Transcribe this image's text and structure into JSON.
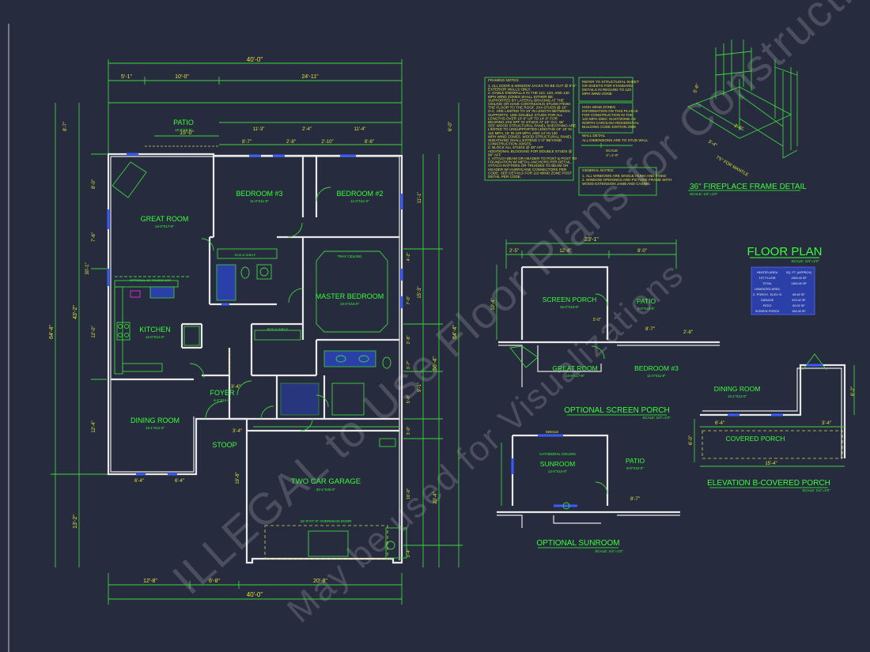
{
  "plan": {
    "title": "FLOOR PLAN",
    "scale": "SCALE: 1/4\"=1'0\"",
    "rooms": {
      "patio": "PATIO",
      "patio_dim": "10-0\"X8-0\"",
      "great_room": "GREAT ROOM",
      "great_room_dim": "14-0\"X17-8\"",
      "bedroom3": "BEDROOM #3",
      "bedroom3_dim": "11-0\"X11-8\"",
      "bedroom2": "BEDROOM #2",
      "bedroom2_dim": "11-0\"X11-0\"",
      "master": "MASTER BEDROOM",
      "master_dim": "13-0\"X15-0\"",
      "kitchen": "KITCHEN",
      "kitchen_dim": "12-0\"X12-0\"",
      "dining": "DINING ROOM",
      "dining_dim": "13-1\"X12-0\"",
      "foyer": "FOYER",
      "foyer_dim": "6-1\"X12-0\"",
      "stoop": "STOOP",
      "garage": "TWO CAR GARAGE",
      "garage_dim": "20-1\"X20-0\""
    },
    "dims": {
      "top_total": "40'-0\"",
      "top_a": "5'-1\"",
      "top_b": "10'-0\"",
      "top_c": "24'-11\"",
      "bottom_total": "40'-0\"",
      "bottom_a": "12'-8\"",
      "bottom_b": "6'-8\"",
      "bottom_c": "20'-8\"",
      "left_total": "64'-4\"",
      "left_a": "43'-2\"",
      "left_b": "13'-2\"",
      "left_c": "30'-1\"",
      "right_total": "64'-4\"",
      "right_a": "56'-4\"",
      "right_b": "15'-3\"",
      "r1": "11'-1\"",
      "r2": "4'-2\"",
      "r3": "7'-0\"",
      "r4": "2'-8\"",
      "r5": "3'-7\"",
      "r6": "5'-0\"",
      "r7": "3'-0\"",
      "r8": "16'-0\"",
      "r9": "20'-4\"",
      "r10": "3'-4\"",
      "r11": "9'-1\"",
      "in1": "11'-3\"",
      "in2": "2'-4\"",
      "in3": "11'-4\"",
      "in4": "8'-7\"",
      "in5": "2'-8\"",
      "in6": "2'-10\"",
      "in7": "8'-6\"",
      "pat_w": "15'-0\"",
      "l1": "8'-7\"",
      "l2": "8'-0\"",
      "l3": "7'-6\"",
      "l4": "12'-0\"",
      "l5": "12'-4\"",
      "l6": "6'-0\"",
      "g1": "6'-4\"",
      "g2": "6'-4\"",
      "s1": "3'-4\"",
      "s2": "19'-8\"",
      "s3": "3'-4\""
    },
    "labels": {
      "garage_door": "16'-0\"X7'-0\" OVERHEAD DOOR",
      "tray": "TRAY CEILING",
      "rod_shelf": "ROD & SHELF",
      "opt_bar": "OPTIONAL 12\" RAISED BAR",
      "watermark1": "ILLEGAL to Use Floor Plans for Construction",
      "watermark2": "May be used for Visualizations"
    }
  },
  "framing_notes": {
    "title": "FRAMING NOTES:",
    "lines": [
      "1. ALL DOOR & WINDOW JACKS TO BE CUT @ 8'-2\"",
      "   EXTERIOR WALLS ONLY.",
      "2. GABLE ENDWALLS IN THE 110, 120, AND 130",
      "   MPH WIND ZONES SHALL EITHER BE",
      "   SUPPORTED BY LATERAL BRACING AT THE",
      "   CEILING OR HAVE CONTINUOUS STUDS FROM",
      "   THE FLOOR TO THE ROOF. 2X4 STUDS @ 16\"",
      "   O.C. ARE LIMITED TO 10' IN LENGTH BETWEEN",
      "   SUPPORTS. USE DOUBLE STUDS FOR ALL",
      "   LENGTHS OVER 10'-0\" UP TO 14'-0\" FOR",
      "   BEARING 2X6 SPF #2 STUDS AT 16\" O.C. W/",
      "   SEE WOOD STRUCTURAL PANEL SHEATHING ARE",
      "   LIMITED TO UNSUPPORTED LENGTHS OF 18' IN",
      "   110 MPH, 16' IN 120 MPH, AND 14' IN 130",
      "   MPH WIND ZONES. WOOD STRUCTURAL PANEL",
      "   SHEATHING SHALL EXTEND 1'-0\" BEYOND",
      "   CONSTRUCTION JOINTS.",
      "3. BLOCK ALL STUDS @ 48\" AFF",
      "   ADDITIONAL BLOCKING FOR DOUBLE STUDS @",
      "   96\" AFF",
      "4. ATTACH BEAM OR HEADER TO POST & POST TO",
      "   FOUNDATION W/ METAL ANCHORS PER DETAIL.",
      "   ATTACH RAFTERS OR TRUSSES TO BEAM OR",
      "   HEADER W/ HURRICANE CONNECTORS PER",
      "   CODE. SEE DETAILS FOR 110 WIND ZONE POST",
      "   DETAIL PER CODE."
    ]
  },
  "refer_notes": {
    "lines": [
      "REFER TO STRUCTURAL SHEET",
      "OR SHEETS FOR STANDARD",
      "DETAILS IN REGARD TO 120",
      "MPH WIND ZONE"
    ]
  },
  "wind_notes": {
    "lines": [
      "HIGH WIND ZONES",
      "INFORMATION ON THIS PLAN IS",
      "FOR CONSTRUCTION IN THE",
      "120 MPH 3SEC GUST/ZONE AS",
      "NORTH CAROLINA RESIDENTIAL",
      "BUILDING CODE EDITION 2009"
    ]
  },
  "wall_detail": {
    "title": "WALL DETAIL",
    "text": "ALL DIMENSIONS ARE TO STUD WALL",
    "scale": "SCALE",
    "scale_val": "1\"=1'-0\""
  },
  "general_notes": {
    "title": "GENERAL NOTES:",
    "lines": [
      "1. ALL WINDOWS ARE SINGLE HUNG AND FIXED",
      "2. WINDOW OPENINGS ARE PICTURE FRAME WITH",
      "   WOOD EXTENSION JAMB AND CASING"
    ]
  },
  "fireplace": {
    "title": "36\" FIREPLACE FRAME DETAIL",
    "scale": "SCALE: 1/4\"=1'0\"",
    "dims": [
      "5'-6\"",
      "2'-5\"",
      "3'-4\"",
      "7'5\" FOR MANTLE"
    ]
  },
  "area_table": {
    "headers": [
      "HEATED AREA",
      "SQ. FT. (APPROX)"
    ],
    "rows": [
      [
        "1ST FLOOR",
        "1363.40 SF"
      ],
      [
        "TOTAL",
        "1363.40 SF"
      ],
      [
        "UNHEATED AREA",
        ""
      ],
      [
        "C. PORCH - ELEV. B",
        "89.40 SF"
      ],
      [
        "GARAGE",
        "423.42 SF"
      ],
      [
        "PATIO",
        "80.00 SF"
      ],
      [
        "SCREEN PORCH",
        "183.40 SF"
      ]
    ]
  },
  "screen_porch": {
    "title": "OPTIONAL SCREEN PORCH",
    "scale": "SCALE: 1/4\"=1'0\"",
    "room": "SCREEN PORCH",
    "room_dim": "15-0\"X10-0\"",
    "patio": "PATIO",
    "patio_dim": "8-0\"X10-0\"",
    "great": "GREAT ROOM",
    "great_dim": "14-0\"X17-8\"",
    "bed3": "BEDROOM #3",
    "bed3_dim": "11-0\"X11-8\"",
    "d_total": "23'-1\"",
    "d1": "2'-5\"",
    "d2": "12'-8\"",
    "d3": "8'-0\"",
    "d4": "10'-4\"",
    "d5": "5'-0\"",
    "d6": "8'-7\"",
    "d7": "2'-8\""
  },
  "sunroom": {
    "title": "OPTIONAL SUNROOM",
    "scale": "SCALE: 1/4\"=1'0\"",
    "room": "SUNROOM",
    "room_dim": "12-0\"X10-0\"",
    "patio": "PATIO",
    "patio_dim": "8-0\"X10-0\"",
    "ceiling": "CATHEDRAL CEILING",
    "d1": "8'-7\""
  },
  "covered_porch": {
    "title": "ELEVATION B-COVERED PORCH",
    "scale": "SCALE: 1/4\"=1'0\"",
    "dining": "DINING ROOM",
    "dining_dim": "13-1\"X12-0\"",
    "porch": "COVERED PORCH",
    "d1": "6'-4\"",
    "d2": "3'-4\"",
    "d3": "15'-4\"",
    "d4": "6'-0\"",
    "d5": "6'-2\""
  }
}
